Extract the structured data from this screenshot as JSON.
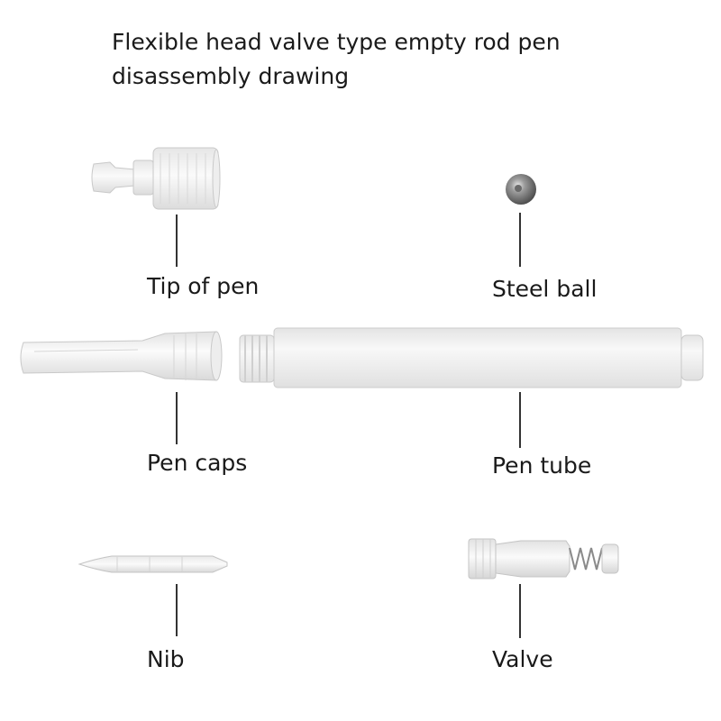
{
  "title": {
    "line1": "Flexible head valve type empty rod pen",
    "line2": "disassembly drawing"
  },
  "parts": {
    "tip": {
      "label": "Tip of pen"
    },
    "steel_ball": {
      "label": "Steel ball"
    },
    "cap": {
      "label": "Pen caps"
    },
    "tube": {
      "label": "Pen tube"
    },
    "nib": {
      "label": "Nib"
    },
    "valve": {
      "label": "Valve"
    }
  },
  "colors": {
    "part_fill": "#f3f3f3",
    "part_edge": "#c9c9c9",
    "leader": "#333333",
    "ball": "#7a7a7a"
  }
}
